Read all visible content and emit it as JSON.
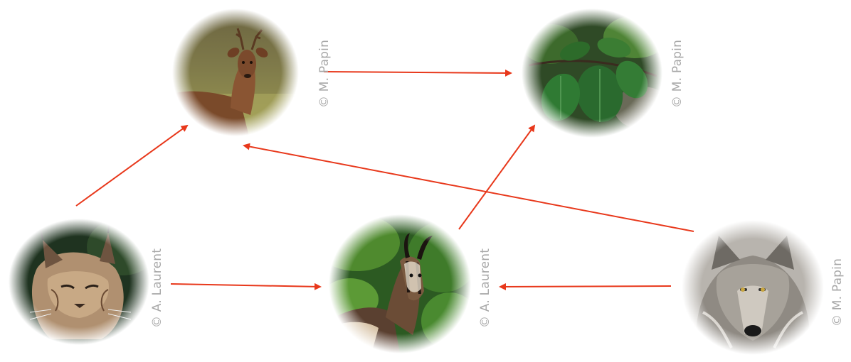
{
  "diagram": {
    "nodes": [
      {
        "id": "deer",
        "credit": "© M. Papin"
      },
      {
        "id": "leaves",
        "credit": "© M. Papin"
      },
      {
        "id": "lynx",
        "credit": "© A. Laurent"
      },
      {
        "id": "chamois",
        "credit": "© A. Laurent"
      },
      {
        "id": "wolf",
        "credit": "© M. Papin"
      }
    ],
    "edges": [
      {
        "from": "deer",
        "to": "leaves"
      },
      {
        "from": "lynx",
        "to": "deer"
      },
      {
        "from": "lynx",
        "to": "chamois"
      },
      {
        "from": "chamois",
        "to": "leaves"
      },
      {
        "from": "wolf",
        "to": "deer"
      },
      {
        "from": "wolf",
        "to": "chamois"
      }
    ],
    "arrow_color": "#e8381b"
  }
}
